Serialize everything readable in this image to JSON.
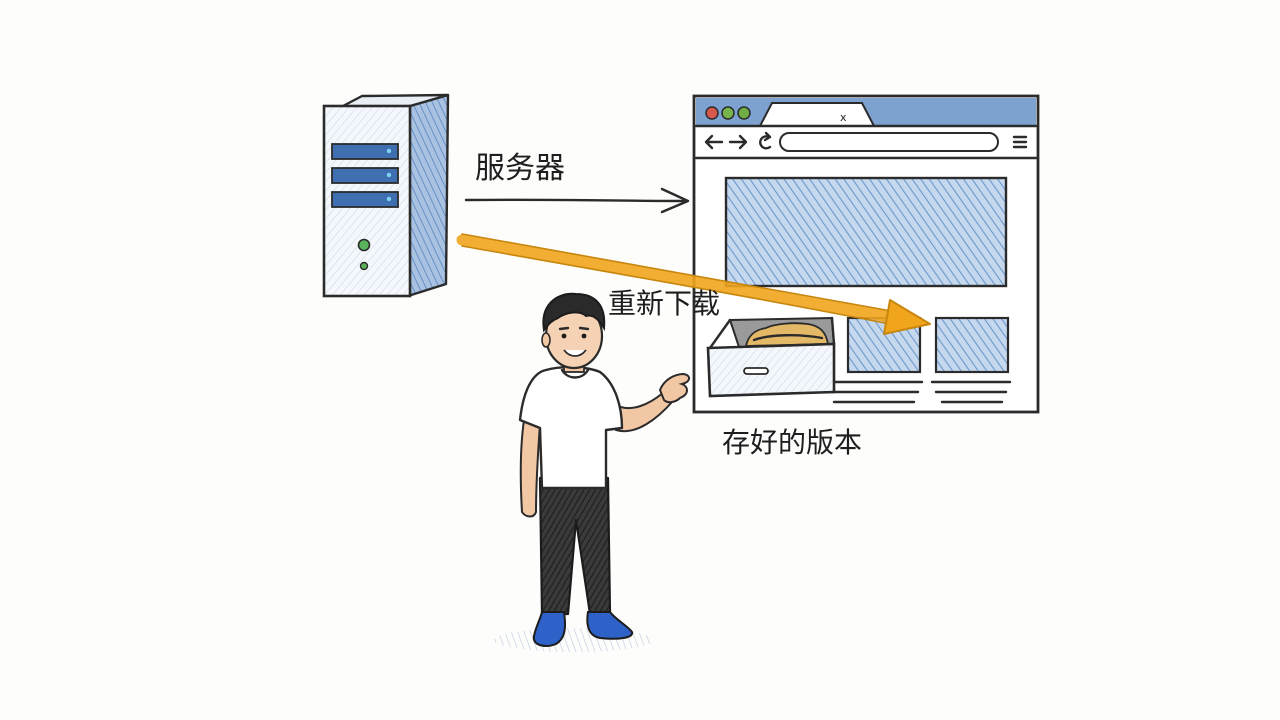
{
  "labels": {
    "server": "服务器",
    "redownload": "重新下载",
    "saved_version": "存好的版本"
  },
  "browser": {
    "address_icon": "x"
  },
  "icons": {
    "back": "arrow-left-icon",
    "forward": "arrow-right-icon",
    "reload": "reload-icon",
    "menu": "menu-icon"
  },
  "colors": {
    "accent_blue": "#3f6fb0",
    "light_blue": "#8fb1d9",
    "arrow_orange": "#f1a51c",
    "drawer_item": "#e3b867",
    "led_green": "#59b35a",
    "shoe_blue": "#2f62c8",
    "ink": "#2b2b2b"
  }
}
